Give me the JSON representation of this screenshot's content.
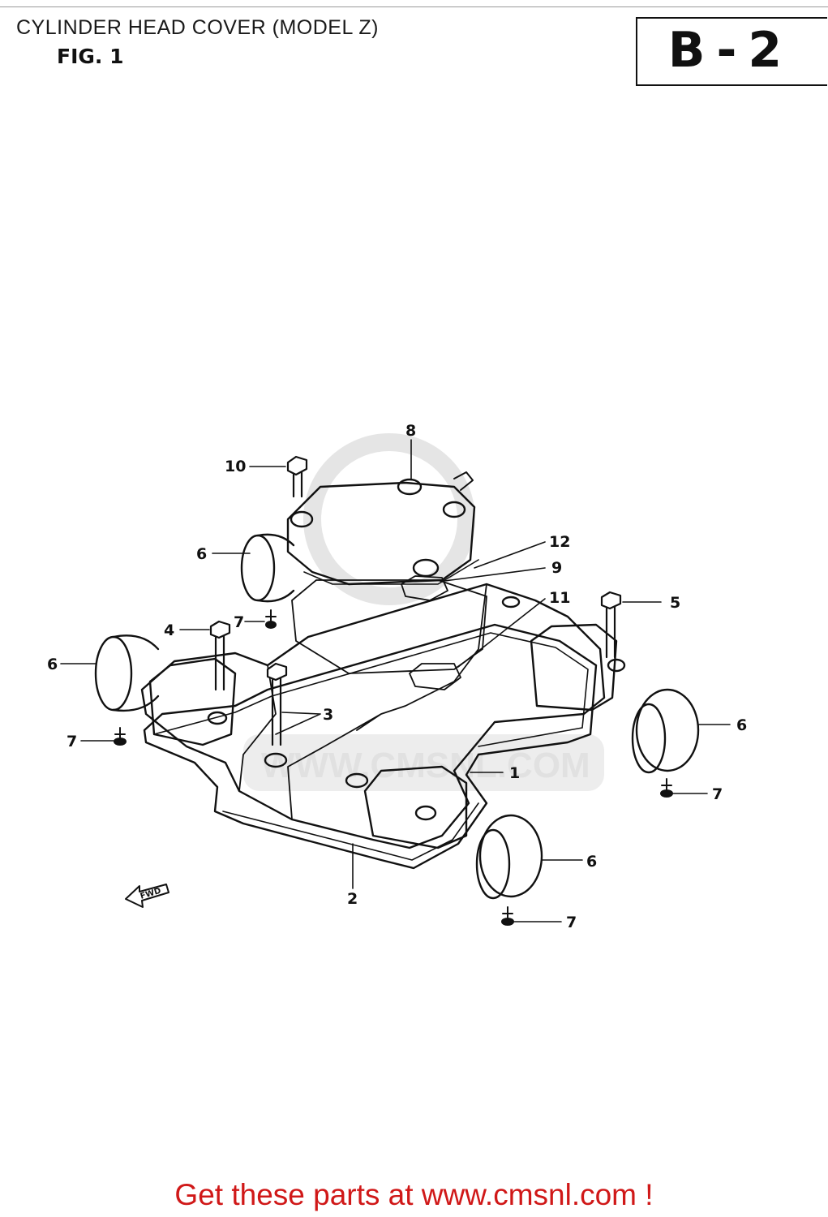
{
  "header": {
    "title": "CYLINDER HEAD COVER (MODEL Z)",
    "figure_label": "FIG. 1",
    "page_code": "B-2"
  },
  "diagram": {
    "watermark_text": "WWW.CMSNL.COM",
    "direction_label": "FWD",
    "callouts": [
      "1",
      "2",
      "3",
      "4",
      "5",
      "6",
      "6",
      "6",
      "6",
      "7",
      "7",
      "7",
      "7",
      "8",
      "9",
      "10",
      "11",
      "12"
    ]
  },
  "footer": {
    "text": "Get these parts at www.cmsnl.com !",
    "color": "#d01818"
  }
}
